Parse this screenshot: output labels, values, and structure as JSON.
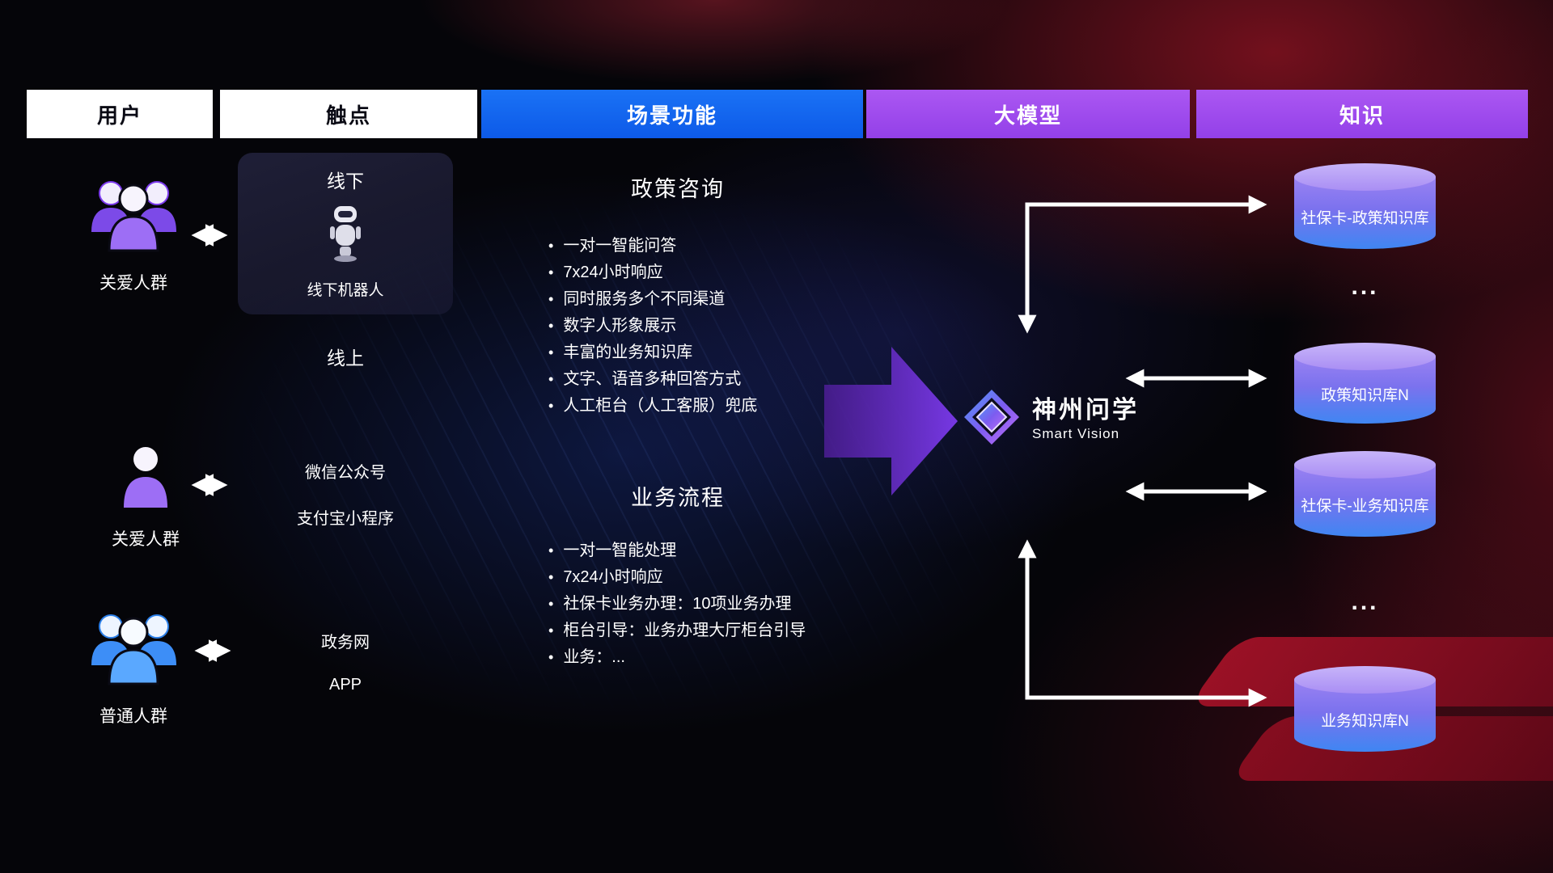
{
  "page": {
    "type": "architecture-diagram-slide"
  },
  "headers": [
    {
      "label": "用户",
      "bg": "#ffffff",
      "text_color": "#000000"
    },
    {
      "label": "触点",
      "bg": "#ffffff",
      "text_color": "#000000"
    },
    {
      "label": "场景功能",
      "bg": "#1668f0",
      "text_color": "#ffffff"
    },
    {
      "label": "大模型",
      "bg": "#a04ef2",
      "text_color": "#ffffff"
    },
    {
      "label": "知识",
      "bg": "#a04ef2",
      "text_color": "#ffffff"
    }
  ],
  "users": [
    {
      "label": "关爱人群",
      "icon": "people-group-purple-icon"
    },
    {
      "label": "关爱人群",
      "icon": "person-purple-icon"
    },
    {
      "label": "普通人群",
      "icon": "people-group-blue-icon"
    }
  ],
  "touchpoints": {
    "offline": {
      "title": "线下",
      "robot_label": "线下机器人",
      "icon": "robot-icon"
    },
    "online_title": "线上",
    "wechat": "微信公众号",
    "alipay": "支付宝小程序",
    "gov_web": "政务网",
    "app": "APP"
  },
  "scenarios": [
    {
      "title": "政策咨询",
      "items": [
        "一对一智能问答",
        "7x24小时响应",
        "同时服务多个不同渠道",
        "数字人形象展示",
        "丰富的业务知识库",
        "文字、语音多种回答方式",
        "人工柜台（人工客服）兜底"
      ]
    },
    {
      "title": "业务流程",
      "items": [
        "一对一智能处理",
        "7x24小时响应",
        "社保卡业务办理：10项业务办理",
        "柜台引导：业务办理大厅柜台引导",
        "业务：..."
      ]
    }
  ],
  "model": {
    "name": "神州问学",
    "subtitle": "Smart Vision",
    "icon": "diamond-logo-icon"
  },
  "knowledge": {
    "items": [
      {
        "label": "社保卡-政策知识库"
      },
      {
        "label": "政策知识库N"
      },
      {
        "label": "社保卡-业务知识库"
      },
      {
        "label": "业务知识库N"
      }
    ],
    "ellipsis": "..."
  },
  "colors": {
    "background": "#050509",
    "header_blue": "#1668f0",
    "header_purple": "#a04ef2",
    "user_purple": "#9d6ef5",
    "user_blue": "#4da3ff",
    "cylinder_purple": "#9a82f2",
    "cylinder_blue": "#3f86f2",
    "arrow_white": "#ffffff",
    "glow_red": "#c81e32",
    "glow_blue": "#2346c8"
  }
}
